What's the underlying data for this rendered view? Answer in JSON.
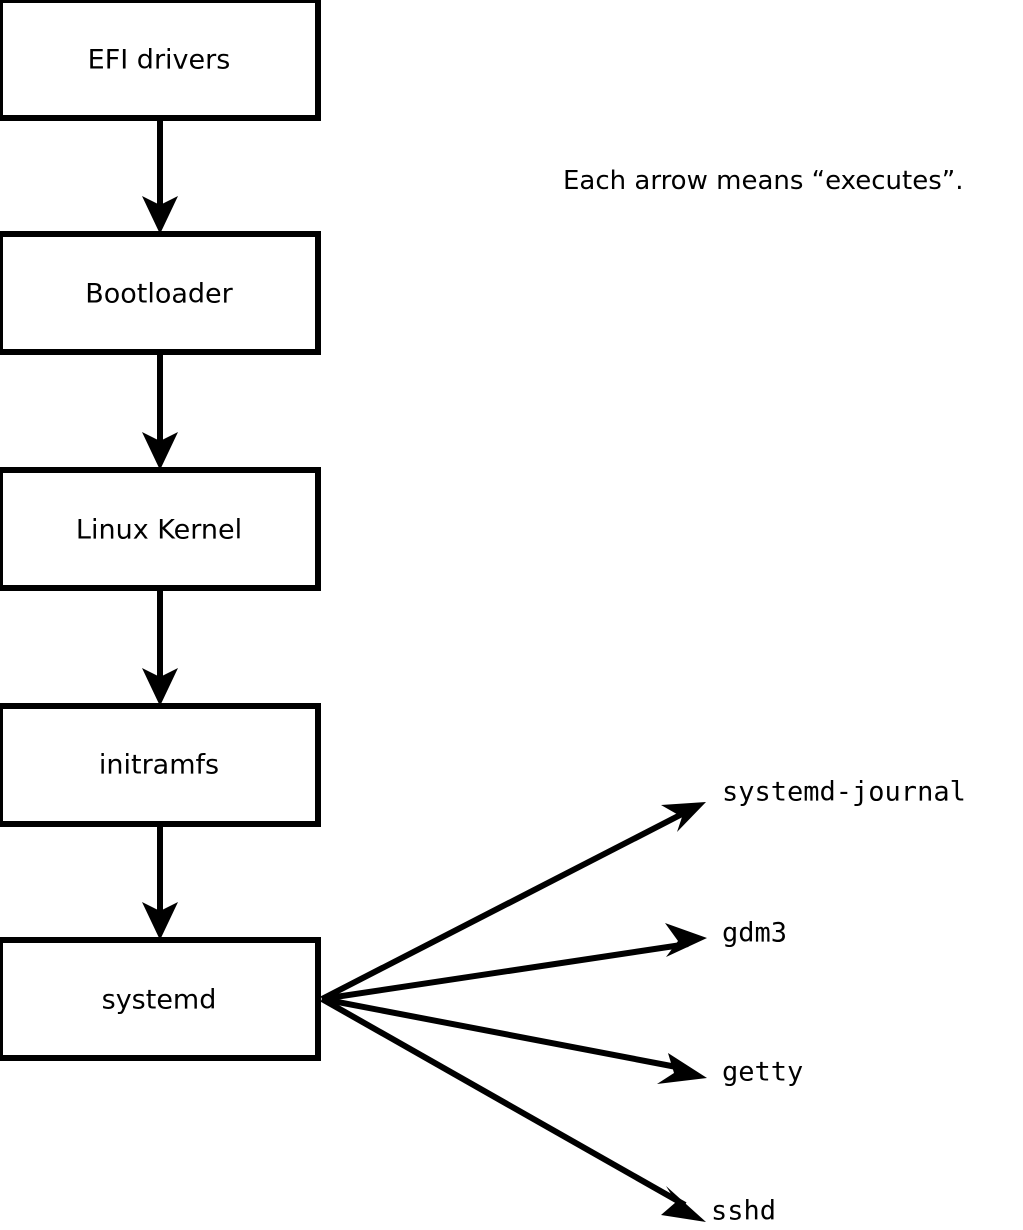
{
  "diagram": {
    "title_caption": "Each arrow means “executes”.",
    "boot_chain": [
      {
        "id": "efi-drivers",
        "label": "EFI drivers"
      },
      {
        "id": "bootloader",
        "label": "Bootloader"
      },
      {
        "id": "linux-kernel",
        "label": "Linux Kernel"
      },
      {
        "id": "initramfs",
        "label": "initramfs"
      },
      {
        "id": "systemd",
        "label": "systemd"
      }
    ],
    "services": [
      {
        "id": "systemd-journal",
        "label": "systemd-journal"
      },
      {
        "id": "gdm3",
        "label": "gdm3"
      },
      {
        "id": "getty",
        "label": "getty"
      },
      {
        "id": "sshd",
        "label": "sshd"
      }
    ],
    "colors": {
      "stroke": "#000000",
      "fill": "#ffffff",
      "background": "#ffffff"
    }
  }
}
